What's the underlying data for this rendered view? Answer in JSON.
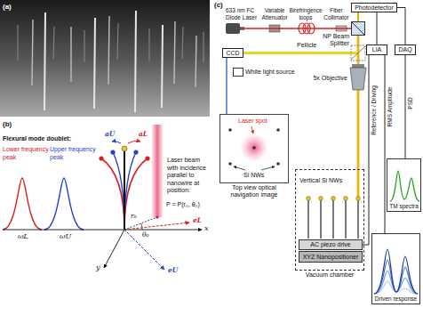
{
  "diagram": {
    "nodes": [
      {
        "text": [
          "633 nm FC Diode Laser"
        ]
      },
      {
        "text": [
          "Photodetector"
        ]
      },
      {
        "text": [
          "NP Beam Splitter"
        ]
      },
      {
        "text": [
          "CCD"
        ]
      },
      {
        "text": [
          "White light source"
        ]
      },
      {
        "text": [
          "LIA"
        ]
      },
      {
        "text": [
          "DAQ"
        ]
      },
      {
        "text": [
          "Top view optical navigation image",
          "Laser spot",
          "Si NWs"
        ]
      },
      {
        "text": [
          "TM spectra"
        ]
      },
      {
        "text": [
          "Vacuum chamber"
        ]
      },
      {
        "text": [
          "AC piezo drive"
        ],
        "in": 9
      },
      {
        "text": [
          "XYZ Nanopositioner"
        ],
        "in": 9
      },
      {
        "text": [
          "Driven response"
        ]
      }
    ],
    "edges": [
      {
        "from": 0,
        "to": 2,
        "arrow": "none"
      },
      {
        "from": 2,
        "to": 1,
        "arrow": "none"
      },
      {
        "from": 1,
        "to": 5,
        "arrow": "none"
      },
      {
        "from": 1,
        "to": 6,
        "arrow": "none"
      },
      {
        "from": 5,
        "to": 10,
        "label": "Reference / Driving",
        "arrow": "none"
      },
      {
        "from": 5,
        "to": 12,
        "label": "RMS Amplitude",
        "arrow": "none"
      },
      {
        "from": 6,
        "to": 8,
        "label": "PSD",
        "arrow": "none"
      },
      {
        "from": 3,
        "to": 7,
        "arrow": "none"
      }
    ],
    "labels": [
      "(a)",
      "(b)",
      "(c)",
      "Flexural mode doublet:",
      "Lower frequency peak",
      "Upper frequency peak",
      "ωL",
      "ωU",
      "x",
      "y",
      "aU",
      "aL",
      "r₀",
      "θ₀",
      "eL",
      "eU",
      "Laser beam with incidence parallel to nanowire at position:",
      "P = P(r₀, θ₀)",
      "Variable Attenuator",
      "Birefringence loops",
      "Fiber Collimator",
      "Pellicle",
      "5x Objective",
      "Vertical Si NWs"
    ]
  }
}
